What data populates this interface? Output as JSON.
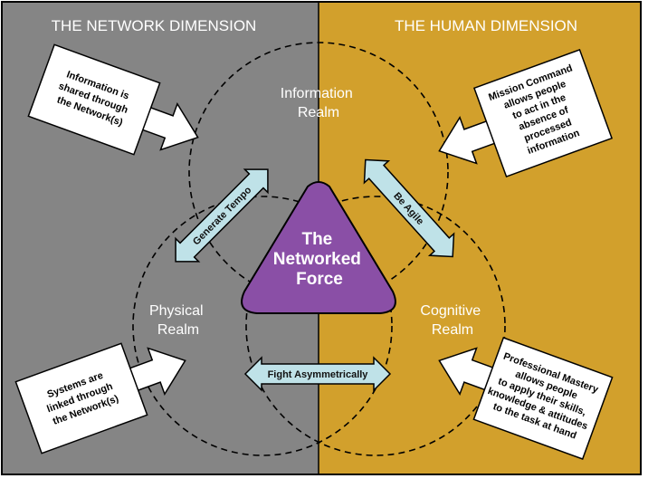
{
  "colors": {
    "network_bg": "#858585",
    "human_bg": "#d2a02c",
    "core_fill": "#8a4fa6",
    "double_arrow_fill": "#bfe2e8",
    "outline": "#000000"
  },
  "dimensions": {
    "network": "THE NETWORK DIMENSION",
    "human": "THE HUMAN DIMENSION"
  },
  "realms": {
    "information": [
      "Information",
      "Realm"
    ],
    "physical": [
      "Physical",
      "Realm"
    ],
    "cognitive": [
      "Cognitive",
      "Realm"
    ]
  },
  "core": [
    "The",
    "Networked",
    "Force"
  ],
  "double_arrows": {
    "generate_tempo": "Generate Tempo",
    "be_agile": "Be Agile",
    "fight_asymmetrically": "Fight Asymmetrically"
  },
  "callouts": {
    "info_shared": [
      "Information is",
      "shared through",
      "the Network(s)"
    ],
    "systems_linked": [
      "Systems are",
      "linked through",
      "the Network(s)"
    ],
    "mission_command": [
      "Mission Command",
      "allows people",
      "to act in the",
      "absence of",
      "processed",
      "information"
    ],
    "professional_mastery": [
      "Professional Mastery",
      "allows people",
      "to apply their skills,",
      "knowledge & attitudes",
      "to the task at hand"
    ]
  }
}
